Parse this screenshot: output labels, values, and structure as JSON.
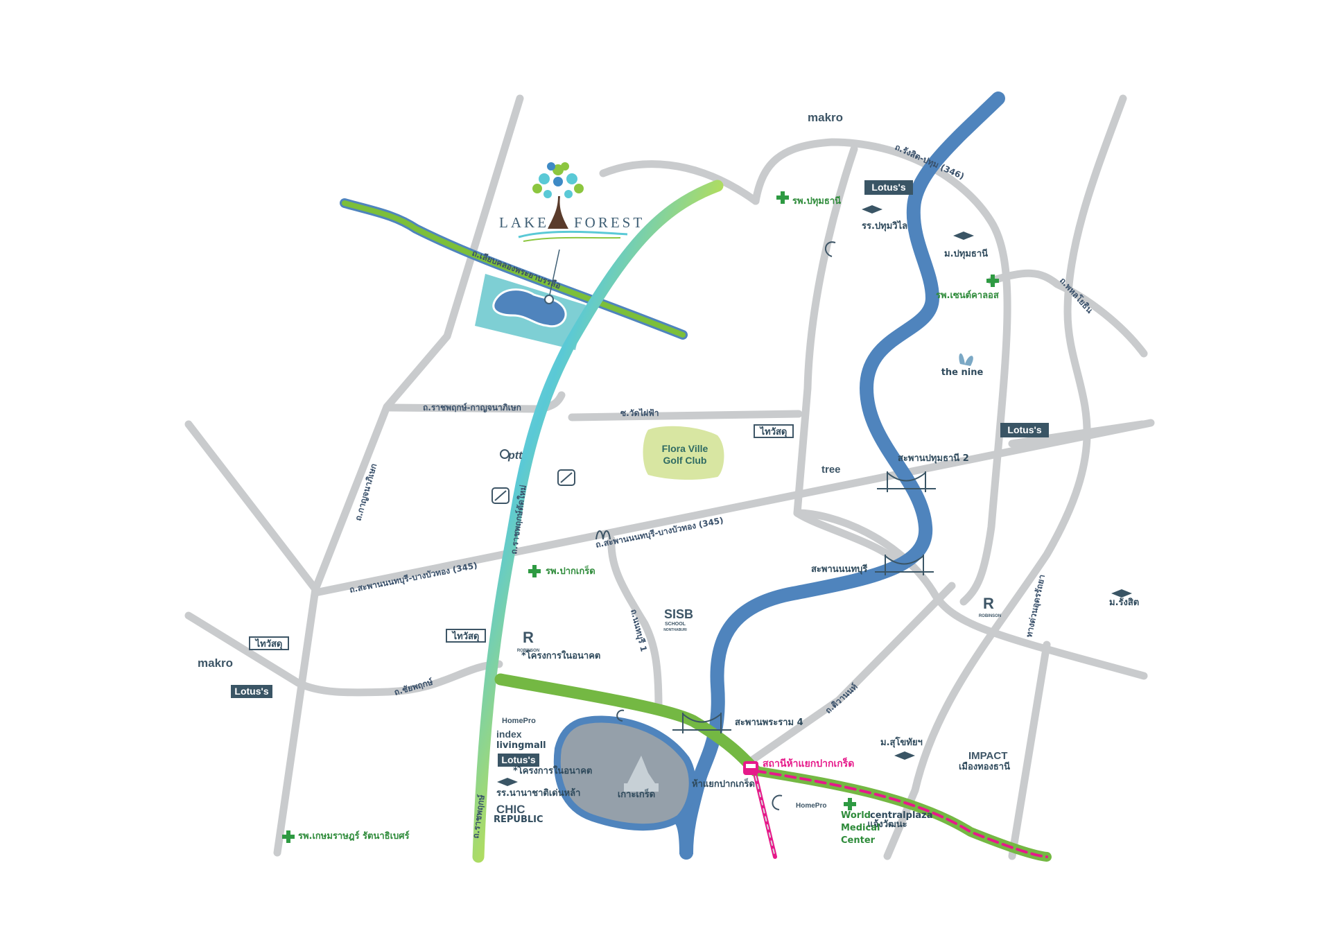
{
  "brand": {
    "logo_left": "LAKE",
    "logo_right": "FOREST"
  },
  "roads": {
    "lake_road": "ถ.เลียบคลองพระยาบรรลือ",
    "ratchaphruek_kanchana": "ถ.ราชพฤกษ์-กาญจนาภิเษก",
    "wat_phai_fa": "ซ.วัดไผ่ฟ้า",
    "kanchanaphisek": "ถ.กาญจนาภิเษก",
    "ratchaphruek_new": "ถ.ราชพฤกษ์ตัดใหม่",
    "nonthaburi_345_east": "ถ.สะพานนนทบุรี-บางบัวทอง (345)",
    "nonthaburi_345_west": "ถ.สะพานนนทบุรี-บางบัวทอง (345)",
    "chaiyaphruek": "ถ.ชัยพฤกษ์",
    "ratchaphruek_south": "ถ.ราชพฤกษ์",
    "rangsit_pathum": "ถ.รังสิต-ปทุม (346)",
    "tiwanon": "ถ.ติวานนท์",
    "nonthaburi_1": "ถ.นนทบุรี 1",
    "rangsit_ring": "ถ.พหลโยธิน",
    "expressway": "ทางด่วนอุดรรัถยา"
  },
  "places": {
    "makro_top": "makro",
    "makro_left": "makro",
    "lotus_top": "Lotus's",
    "lotus_right": "Lotus's",
    "lotus_left": "Lotus's",
    "lotus_south": "Lotus's",
    "hosp_pathum": "รพ.ปทุมธานี",
    "school_pathumwilai": "รร.ปทุมวิไล",
    "uni_pathum": "ม.ปทุมธานี",
    "hosp_st_carlos": "รพ.เซนต์คาลอส",
    "the_nine": "the nine",
    "bridge_pathum2": "สะพานปทุมธานี 2",
    "bridge_nonthaburi": "สะพานนนทบุรี",
    "bridge_rama4": "สะพานพระราม 4",
    "uni_rangsit": "ม.รังสิต",
    "robinson_right": "ROBINSON",
    "robinson_center": "ROBINSON",
    "robinson_center_note": "*โครงการในอนาคต",
    "impact": "IMPACT",
    "impact_sub": "เมืองทองธานี",
    "uni_sukhothai": "ม.สุโขทัยฯ",
    "station": "สถานีห้าแยกปากเกร็ด",
    "pak_kret_junction": "ห้าแยกปากเกร็ด",
    "ko_kret": "เกาะเกร็ด",
    "homepro_south": "HomePro",
    "homepro_center": "HomePro",
    "world_medical_1": "World",
    "world_medical_2": "Medical",
    "world_medical_3": "Center",
    "central_plaza": "centralplaza",
    "central_plaza_sub": "แจ้งวัฒนะ",
    "index_1": "index",
    "index_2": "livingmall",
    "lotus_south_note": "*โครงการในอนาคต",
    "school_nanachat": "รร.นานาชาติเด่นหล้า",
    "chic_1": "CHIC",
    "chic_2": "REPUBLIC",
    "hosp_kasemrad": "รพ.เกษมราษฎร์ รัตนาธิเบศร์",
    "hosp_pak_kret": "รพ.ปากเกร็ด",
    "thaiwatsadu_1": "ไทวัสดุ",
    "thaiwatsadu_2": "ไทวัสดุ",
    "thaiwatsadu_3": "ไทวัสดุ",
    "sisb_1": "SISB",
    "sisb_2": "SCHOOL",
    "sisb_3": "NONTHABURI",
    "ptt": "ptt",
    "flora_1": "Flora Ville",
    "flora_2": "Golf Club",
    "the_tree": "tree"
  },
  "colors": {
    "road": "#c9cbcd",
    "river": "#4f84bd",
    "green_route": "#74b843",
    "cyan_route": "#5ac9d6",
    "pink_line": "#e6198a",
    "lake": "#7ecfd4",
    "golf": "#d8e6a2",
    "box": "#3a5565"
  }
}
